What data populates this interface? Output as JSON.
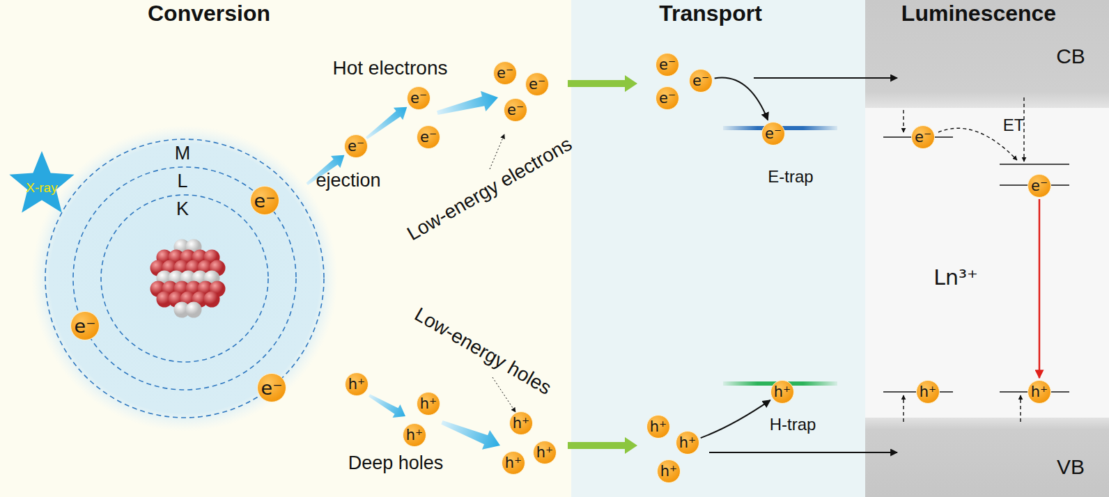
{
  "diagram": {
    "nodes": [
      {
        "text": [
          "X-ray"
        ]
      },
      {
        "text": [
          "M",
          "L",
          "K"
        ]
      },
      {
        "text": [
          "e⁻"
        ],
        "in": 1
      },
      {
        "text": [
          "e⁻"
        ],
        "in": 1
      },
      {
        "text": [
          "e⁻"
        ],
        "in": 1
      },
      {
        "text": [
          "e⁻"
        ]
      },
      {
        "text": [
          "e⁻"
        ]
      },
      {
        "text": [
          "e⁻"
        ]
      },
      {
        "text": [
          "e⁻"
        ]
      },
      {
        "text": [
          "e⁻"
        ]
      },
      {
        "text": [
          "e⁻"
        ]
      },
      {
        "text": [
          "e⁻"
        ]
      },
      {
        "text": [
          "e⁻"
        ]
      },
      {
        "text": [
          "e⁻"
        ]
      },
      {
        "text": [
          "e⁻"
        ]
      },
      {
        "text": [
          "e⁻"
        ]
      },
      {
        "text": [
          "e⁻"
        ]
      },
      {
        "text": [
          "h⁺"
        ]
      },
      {
        "text": [
          "h⁺"
        ]
      },
      {
        "text": [
          "h⁺"
        ]
      },
      {
        "text": [
          "h⁺"
        ]
      },
      {
        "text": [
          "h⁺"
        ]
      },
      {
        "text": [
          "h⁺"
        ]
      },
      {
        "text": [
          "h⁺"
        ]
      },
      {
        "text": [
          "h⁺"
        ]
      },
      {
        "text": [
          "h⁺"
        ]
      },
      {
        "text": [
          "h⁺"
        ]
      },
      {
        "text": [
          "h⁺"
        ]
      },
      {
        "text": [
          "h⁺"
        ]
      }
    ],
    "edges": [
      {
        "from": 1,
        "to": 5,
        "arrow": "to"
      },
      {
        "from": 5,
        "to": 6,
        "arrow": "to"
      },
      {
        "from": 12,
        "to": 14,
        "arrow": "to"
      },
      {
        "from": 24,
        "to": 26,
        "arrow": "to"
      },
      {
        "from": 16,
        "to": 28,
        "arrow": "to"
      }
    ],
    "labels": [
      "Conversion",
      "Transport",
      "Luminescence",
      "CB",
      "VB",
      "Hot electrons",
      "ejection",
      "Low-energy electrons",
      "Low-energy holes",
      "Deep holes",
      "E-trap",
      "H-trap",
      "ET",
      "Ln³⁺"
    ]
  }
}
